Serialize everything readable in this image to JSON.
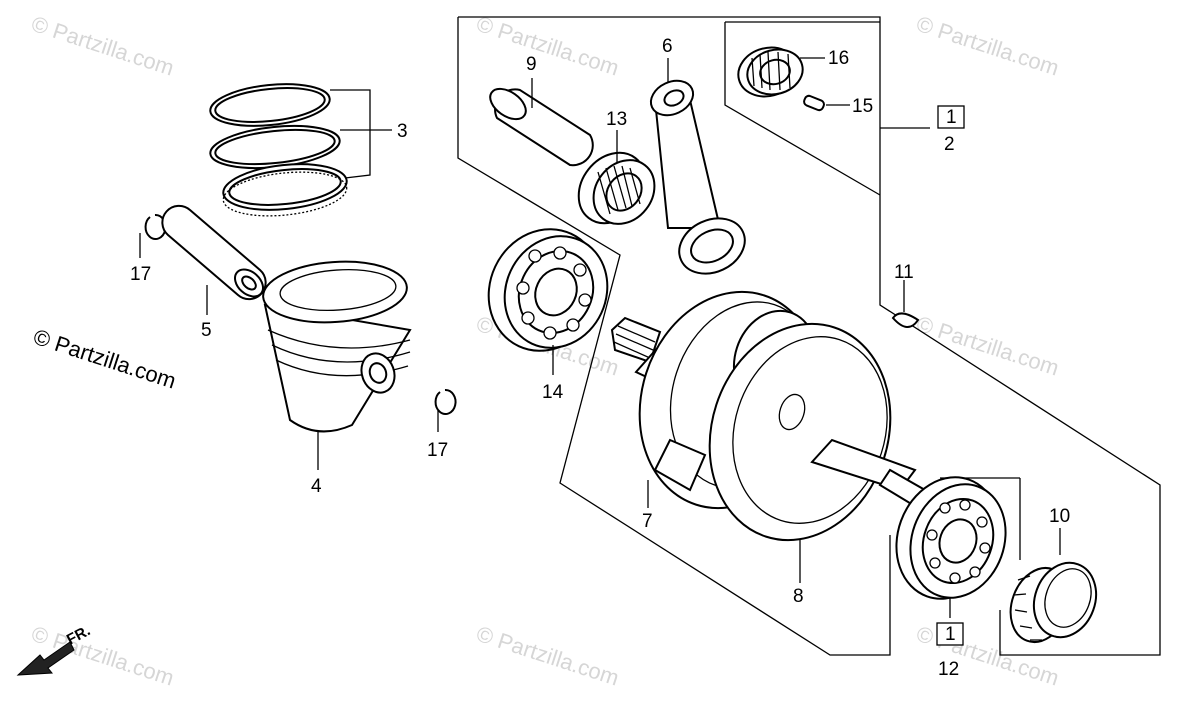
{
  "diagram": {
    "credit": "© Partzilla.com",
    "watermark": "© Partzilla.com",
    "direction_label": "FR.",
    "labels": {
      "p1": "1",
      "p2": "2",
      "p3": "3",
      "p4": "4",
      "p5": "5",
      "p6": "6",
      "p7": "7",
      "p8": "8",
      "p9": "9",
      "p10": "10",
      "p11": "11",
      "p12": "12",
      "p13": "13",
      "p14": "14",
      "p15": "15",
      "p16": "16",
      "p17a": "17",
      "p17b": "17",
      "box_a": "1",
      "box_b": "1"
    }
  }
}
